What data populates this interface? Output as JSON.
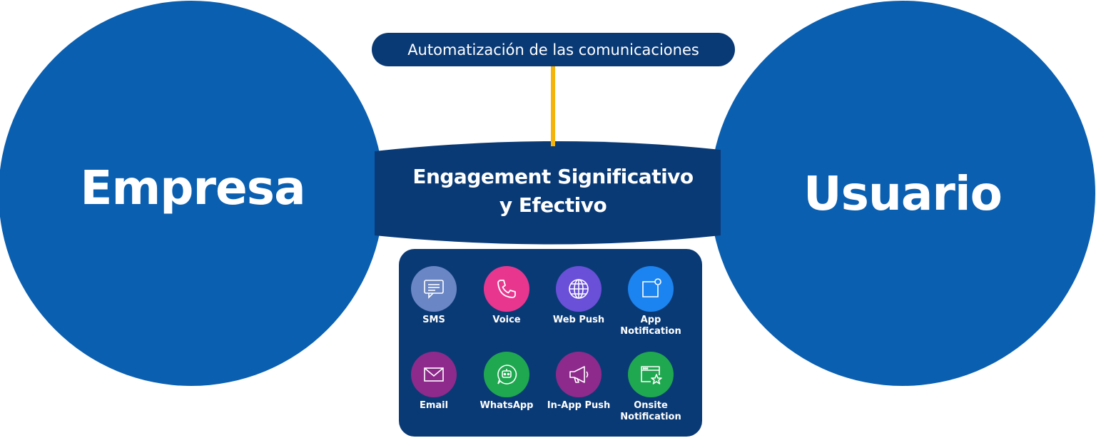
{
  "left_node": {
    "label": "Empresa"
  },
  "right_node": {
    "label": "Usuario"
  },
  "top_pill": {
    "label": "Automatización de las comunicaciones"
  },
  "bridge": {
    "line1": "Engagement Significativo",
    "line2": "y Efectivo"
  },
  "channels": [
    {
      "label": "SMS",
      "icon": "sms-icon",
      "color": "#6b86c4"
    },
    {
      "label": "Voice",
      "icon": "phone-icon",
      "color": "#e8368f"
    },
    {
      "label": "Web Push",
      "icon": "globe-icon",
      "color": "#6a4fd8"
    },
    {
      "label": "App\nNotification",
      "icon": "app-notification-icon",
      "color": "#1c84f0"
    },
    {
      "label": "Email",
      "icon": "envelope-icon",
      "color": "#8e2a8c"
    },
    {
      "label": "WhatsApp",
      "icon": "chat-bot-icon",
      "color": "#1fa84f"
    },
    {
      "label": "In-App Push",
      "icon": "megaphone-icon",
      "color": "#8e2a8c"
    },
    {
      "label": "Onsite\nNotification",
      "icon": "browser-star-icon",
      "color": "#1fa84f"
    }
  ],
  "colors": {
    "circle": "#0a5fb0",
    "dark": "#0a3a75",
    "connector": "#f5b40a"
  }
}
